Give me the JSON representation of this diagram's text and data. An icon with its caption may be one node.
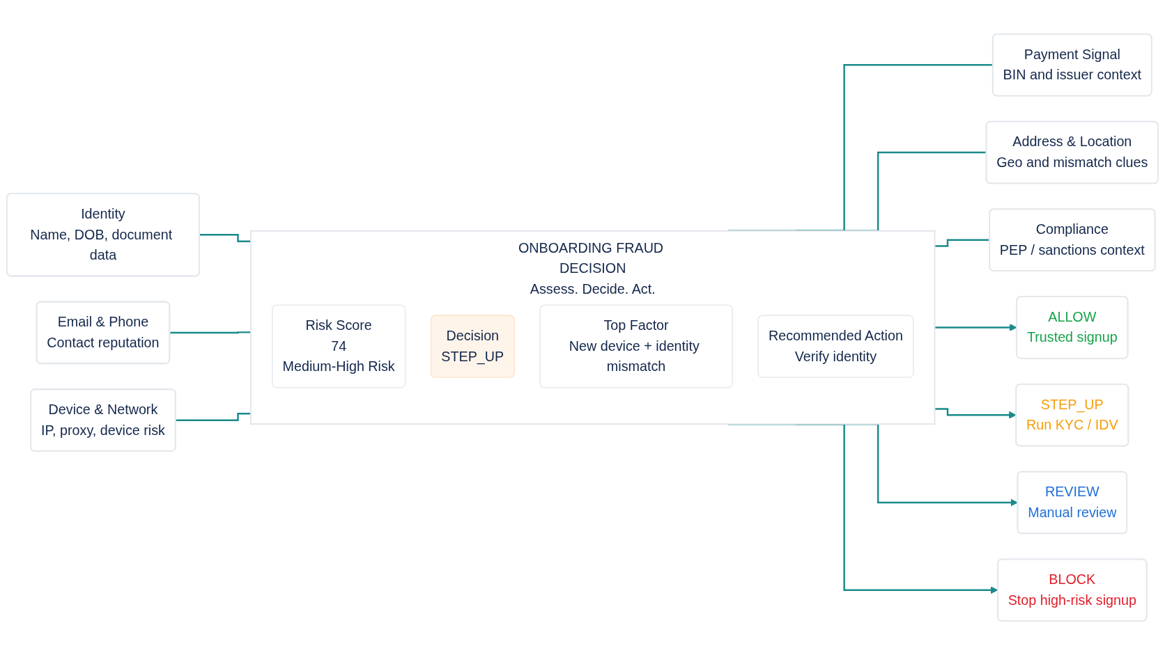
{
  "diagram": {
    "nodes": [
      {
        "text": [
          "Identity",
          "Name, DOB, document data"
        ]
      },
      {
        "text": [
          "Email & Phone",
          "Contact reputation"
        ]
      },
      {
        "text": [
          "Device & Network",
          "IP, proxy, device risk"
        ]
      },
      {
        "text": [
          "ONBOARDING FRAUD DECISION",
          "Assess. Decide. Act."
        ]
      },
      {
        "text": [
          "Risk Score",
          "74",
          "Medium-High Risk"
        ],
        "in": 3
      },
      {
        "text": [
          "Decision",
          "STEP_UP"
        ],
        "in": 3
      },
      {
        "text": [
          "Top Factor",
          "New device + identity mismatch"
        ],
        "in": 3
      },
      {
        "text": [
          "Recommended Action",
          "Verify identity"
        ],
        "in": 3
      },
      {
        "text": [
          "Payment Signal",
          "BIN and issuer context"
        ]
      },
      {
        "text": [
          "Address & Location",
          "Geo and mismatch clues"
        ]
      },
      {
        "text": [
          "Compliance",
          "PEP / sanctions context"
        ]
      },
      {
        "text": [
          "ALLOW",
          "Trusted signup"
        ]
      },
      {
        "text": [
          "STEP_UP",
          "Run KYC / IDV"
        ]
      },
      {
        "text": [
          "REVIEW",
          "Manual review"
        ]
      },
      {
        "text": [
          "BLOCK",
          "Stop high-risk signup"
        ]
      }
    ],
    "edges": [
      {
        "from": 0,
        "to": 3,
        "arrow": "none"
      },
      {
        "from": 1,
        "to": 3,
        "arrow": "none"
      },
      {
        "from": 2,
        "to": 3,
        "arrow": "none"
      },
      {
        "from": 3,
        "to": 8,
        "arrow": "none"
      },
      {
        "from": 3,
        "to": 9,
        "arrow": "none"
      },
      {
        "from": 3,
        "to": 10,
        "arrow": "none"
      },
      {
        "from": 3,
        "to": 11,
        "arrow": "to"
      },
      {
        "from": 3,
        "to": 12,
        "arrow": "to"
      },
      {
        "from": 3,
        "to": 13,
        "arrow": "to"
      },
      {
        "from": 3,
        "to": 14,
        "arrow": "to"
      }
    ]
  }
}
